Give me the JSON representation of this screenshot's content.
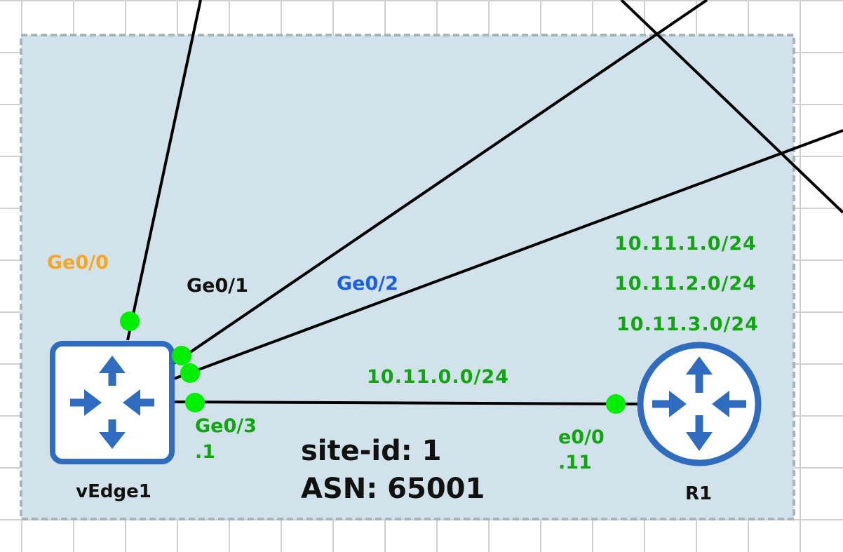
{
  "colors": {
    "canvas_bg": "#ffffff",
    "grid": "#d0d0d0",
    "site_box_fill": "#d2e2ea",
    "site_box_border": "#a8b4bc",
    "device_blue": "#2f6cbf",
    "link": "#000000",
    "port_dot": "#00ee00",
    "label_green": "#11a511",
    "label_orange": "#f5a623",
    "label_blue": "#1a5ee8",
    "label_black": "#111111"
  },
  "devices": {
    "vedge": {
      "name": "vEdge1",
      "icon": "switch-router-icon"
    },
    "router": {
      "name": "R1",
      "icon": "router-icon"
    }
  },
  "ports": {
    "ge0_0": "Ge0/0",
    "ge0_1": "Ge0/1",
    "ge0_2": "Ge0/2",
    "ge0_3": "Ge0/3",
    "ge0_3_ip": ".1",
    "e0_0": "e0/0",
    "e0_0_ip": ".11"
  },
  "networks": {
    "link_subnet": "10.11.0.0/24",
    "lan": [
      "10.11.1.0/24",
      "10.11.2.0/24",
      "10.11.3.0/24"
    ]
  },
  "site": {
    "site_id": "site-id: 1",
    "asn": "ASN: 65001"
  }
}
